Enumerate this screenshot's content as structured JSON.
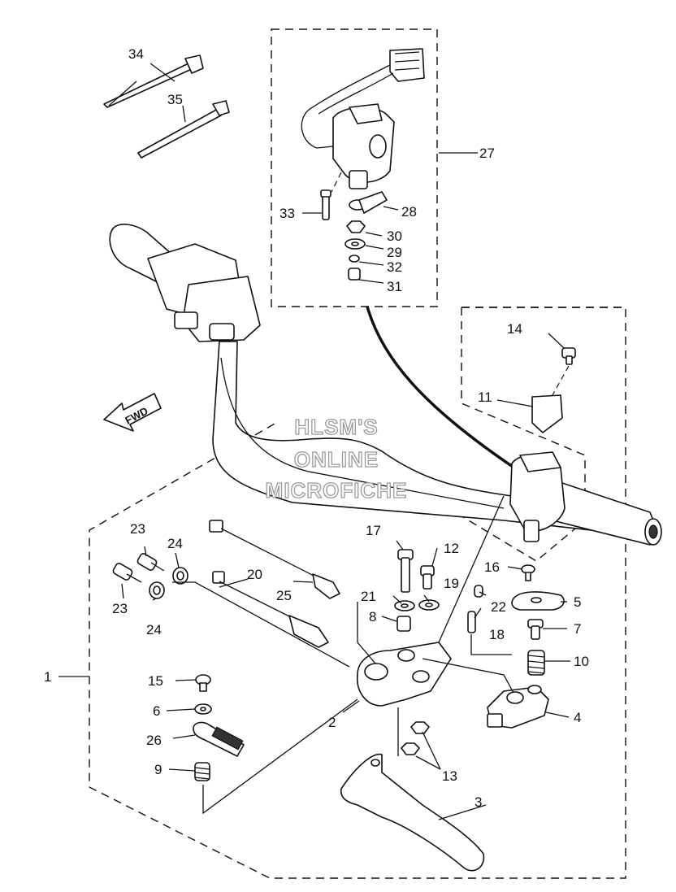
{
  "watermark": [
    "HLSM'S",
    "ONLINE",
    "MICROFICHE"
  ],
  "direction_label": "FWD",
  "callouts": [
    {
      "id": "c1",
      "text": "1"
    },
    {
      "id": "c2",
      "text": "2"
    },
    {
      "id": "c3",
      "text": "3"
    },
    {
      "id": "c4",
      "text": "4"
    },
    {
      "id": "c5",
      "text": "5"
    },
    {
      "id": "c6",
      "text": "6"
    },
    {
      "id": "c7",
      "text": "7"
    },
    {
      "id": "c8",
      "text": "8"
    },
    {
      "id": "c9",
      "text": "9"
    },
    {
      "id": "c10",
      "text": "10"
    },
    {
      "id": "c11",
      "text": "11"
    },
    {
      "id": "c12",
      "text": "12"
    },
    {
      "id": "c13",
      "text": "13"
    },
    {
      "id": "c14",
      "text": "14"
    },
    {
      "id": "c15",
      "text": "15"
    },
    {
      "id": "c16",
      "text": "16"
    },
    {
      "id": "c17",
      "text": "17"
    },
    {
      "id": "c18",
      "text": "18"
    },
    {
      "id": "c19",
      "text": "19"
    },
    {
      "id": "c20",
      "text": "20"
    },
    {
      "id": "c21",
      "text": "21"
    },
    {
      "id": "c22",
      "text": "22"
    },
    {
      "id": "c23a",
      "text": "23"
    },
    {
      "id": "c23b",
      "text": "23"
    },
    {
      "id": "c24a",
      "text": "24"
    },
    {
      "id": "c24b",
      "text": "24"
    },
    {
      "id": "c25",
      "text": "25"
    },
    {
      "id": "c26",
      "text": "26"
    },
    {
      "id": "c27",
      "text": "27"
    },
    {
      "id": "c28",
      "text": "28"
    },
    {
      "id": "c29",
      "text": "29"
    },
    {
      "id": "c30",
      "text": "30"
    },
    {
      "id": "c31",
      "text": "31"
    },
    {
      "id": "c32",
      "text": "32"
    },
    {
      "id": "c33",
      "text": "33"
    },
    {
      "id": "c34",
      "text": "34"
    },
    {
      "id": "c35",
      "text": "35"
    }
  ]
}
